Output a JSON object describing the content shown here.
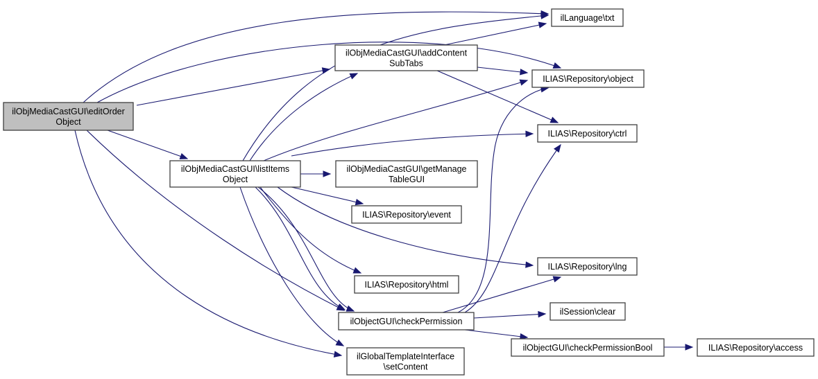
{
  "diagram": {
    "type": "call-graph",
    "edge_color": "#191970",
    "root_fill": "#bfbfbf",
    "node_fill": "#ffffff",
    "nodes": [
      {
        "id": "editOrder",
        "lines": [
          "ilObjMediaCastGUI\\editOrder",
          "Object"
        ],
        "root": true
      },
      {
        "id": "addContentSubTabs",
        "lines": [
          "ilObjMediaCastGUI\\addContent",
          "SubTabs"
        ]
      },
      {
        "id": "listItems",
        "lines": [
          "ilObjMediaCastGUI\\listItems",
          "Object"
        ]
      },
      {
        "id": "txt",
        "lines": [
          "ilLanguage\\txt"
        ]
      },
      {
        "id": "object",
        "lines": [
          "ILIAS\\Repository\\object"
        ]
      },
      {
        "id": "ctrl",
        "lines": [
          "ILIAS\\Repository\\ctrl"
        ]
      },
      {
        "id": "getManageTableGUI",
        "lines": [
          "ilObjMediaCastGUI\\getManage",
          "TableGUI"
        ]
      },
      {
        "id": "event",
        "lines": [
          "ILIAS\\Repository\\event"
        ]
      },
      {
        "id": "lng",
        "lines": [
          "ILIAS\\Repository\\lng"
        ]
      },
      {
        "id": "html",
        "lines": [
          "ILIAS\\Repository\\html"
        ]
      },
      {
        "id": "checkPermission",
        "lines": [
          "ilObjectGUI\\checkPermission"
        ]
      },
      {
        "id": "clear",
        "lines": [
          "ilSession\\clear"
        ]
      },
      {
        "id": "checkPermissionBool",
        "lines": [
          "ilObjectGUI\\checkPermissionBool"
        ]
      },
      {
        "id": "access",
        "lines": [
          "ILIAS\\Repository\\access"
        ]
      },
      {
        "id": "setContent",
        "lines": [
          "ilGlobalTemplateInterface",
          "\\setContent"
        ]
      }
    ],
    "edges": [
      {
        "from": "editOrder",
        "to": "txt"
      },
      {
        "from": "editOrder",
        "to": "object"
      },
      {
        "from": "editOrder",
        "to": "addContentSubTabs"
      },
      {
        "from": "editOrder",
        "to": "listItems"
      },
      {
        "from": "editOrder",
        "to": "checkPermission"
      },
      {
        "from": "editOrder",
        "to": "setContent"
      },
      {
        "from": "addContentSubTabs",
        "to": "txt"
      },
      {
        "from": "addContentSubTabs",
        "to": "object"
      },
      {
        "from": "addContentSubTabs",
        "to": "ctrl"
      },
      {
        "from": "listItems",
        "to": "txt"
      },
      {
        "from": "listItems",
        "to": "addContentSubTabs"
      },
      {
        "from": "listItems",
        "to": "object"
      },
      {
        "from": "listItems",
        "to": "ctrl"
      },
      {
        "from": "listItems",
        "to": "getManageTableGUI"
      },
      {
        "from": "listItems",
        "to": "event"
      },
      {
        "from": "listItems",
        "to": "lng"
      },
      {
        "from": "listItems",
        "to": "html"
      },
      {
        "from": "listItems",
        "to": "checkPermission"
      },
      {
        "from": "listItems",
        "to": "setContent"
      },
      {
        "from": "checkPermission",
        "to": "object"
      },
      {
        "from": "checkPermission",
        "to": "ctrl"
      },
      {
        "from": "checkPermission",
        "to": "lng"
      },
      {
        "from": "checkPermission",
        "to": "clear"
      },
      {
        "from": "checkPermission",
        "to": "checkPermissionBool"
      },
      {
        "from": "checkPermissionBool",
        "to": "access"
      }
    ]
  }
}
